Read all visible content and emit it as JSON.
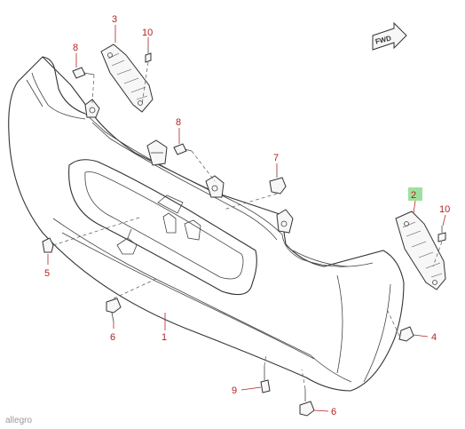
{
  "callouts": {
    "p3": "3",
    "p10a": "10",
    "p8a": "8",
    "p8b": "8",
    "p7": "7",
    "p2": "2",
    "p10b": "10",
    "p5": "5",
    "p6a": "6",
    "p1": "1",
    "p4": "4",
    "p9": "9",
    "p6b": "6"
  },
  "direction_label": "FWD",
  "watermark": "allegro",
  "colors": {
    "callout": "#b22222",
    "highlight": "#9fe09f",
    "line": "#333333"
  }
}
